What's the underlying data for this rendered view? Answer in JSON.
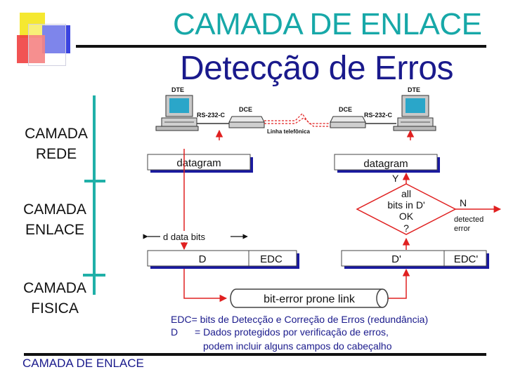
{
  "title": "CAMADA DE ENLACE",
  "subtitle": "Detecção de Erros",
  "layers": {
    "rede": [
      "CAMADA",
      "REDE"
    ],
    "enlace": [
      "CAMADA",
      "ENLACE"
    ],
    "fisica": [
      "CAMADA",
      "FISICA"
    ]
  },
  "network": {
    "dte_left": "DTE",
    "dte_right": "DTE",
    "rs232_left": "RS-232-C",
    "rs232_right": "RS-232-C",
    "dce_left": "DCE",
    "dce_right": "DCE",
    "phone_line": "Linha telefônica"
  },
  "diagram": {
    "datagram_left": "datagram",
    "datagram_right": "datagram",
    "d_data_bits": "d data bits",
    "frame_left_d": "D",
    "frame_left_edc": "EDC",
    "frame_right_d": "D'",
    "frame_right_edc": "EDC'",
    "link": "bit-error prone link",
    "decision_y": "Y",
    "decision_lines": [
      "all",
      "bits in D'",
      "OK",
      "?"
    ],
    "decision_n": "N",
    "detected_error": [
      "detected",
      "error"
    ]
  },
  "legend": {
    "edc_key": "EDC",
    "edc_text": "= bits de Detecção e Correção de Erros (redundância)",
    "d_key": "D",
    "d_text": "= Dados protegidos por verificação de erros,",
    "d_text2": "podem incluir alguns campos do cabeçalho"
  },
  "footer": "CAMADA DE ENLACE",
  "colors": {
    "title_teal": "#17a8a8",
    "title_navy": "#1a1a8c",
    "layer_line": "#20b0a8",
    "arrow_red": "#e02020",
    "box_shadow": "#1a1aa0"
  }
}
